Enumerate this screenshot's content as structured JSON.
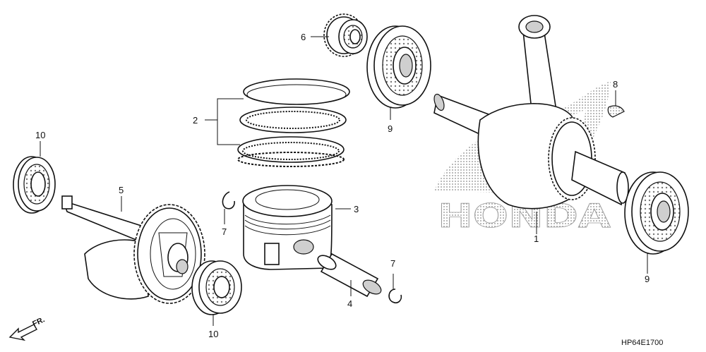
{
  "diagram": {
    "labels": {
      "crankshaft": "1",
      "piston_rings": "2",
      "piston": "3",
      "piston_pin": "4",
      "balancer_shaft": "5",
      "gear_bearing": "6",
      "clip_left": "7",
      "clip_right": "7",
      "woodruff_key": "8",
      "bearing_top": "9",
      "bearing_right": "9",
      "bearing_left_top": "10",
      "bearing_left_bottom": "10"
    },
    "direction": "FR.",
    "watermark": "HONDA",
    "diagram_code": "HP64E1700"
  }
}
